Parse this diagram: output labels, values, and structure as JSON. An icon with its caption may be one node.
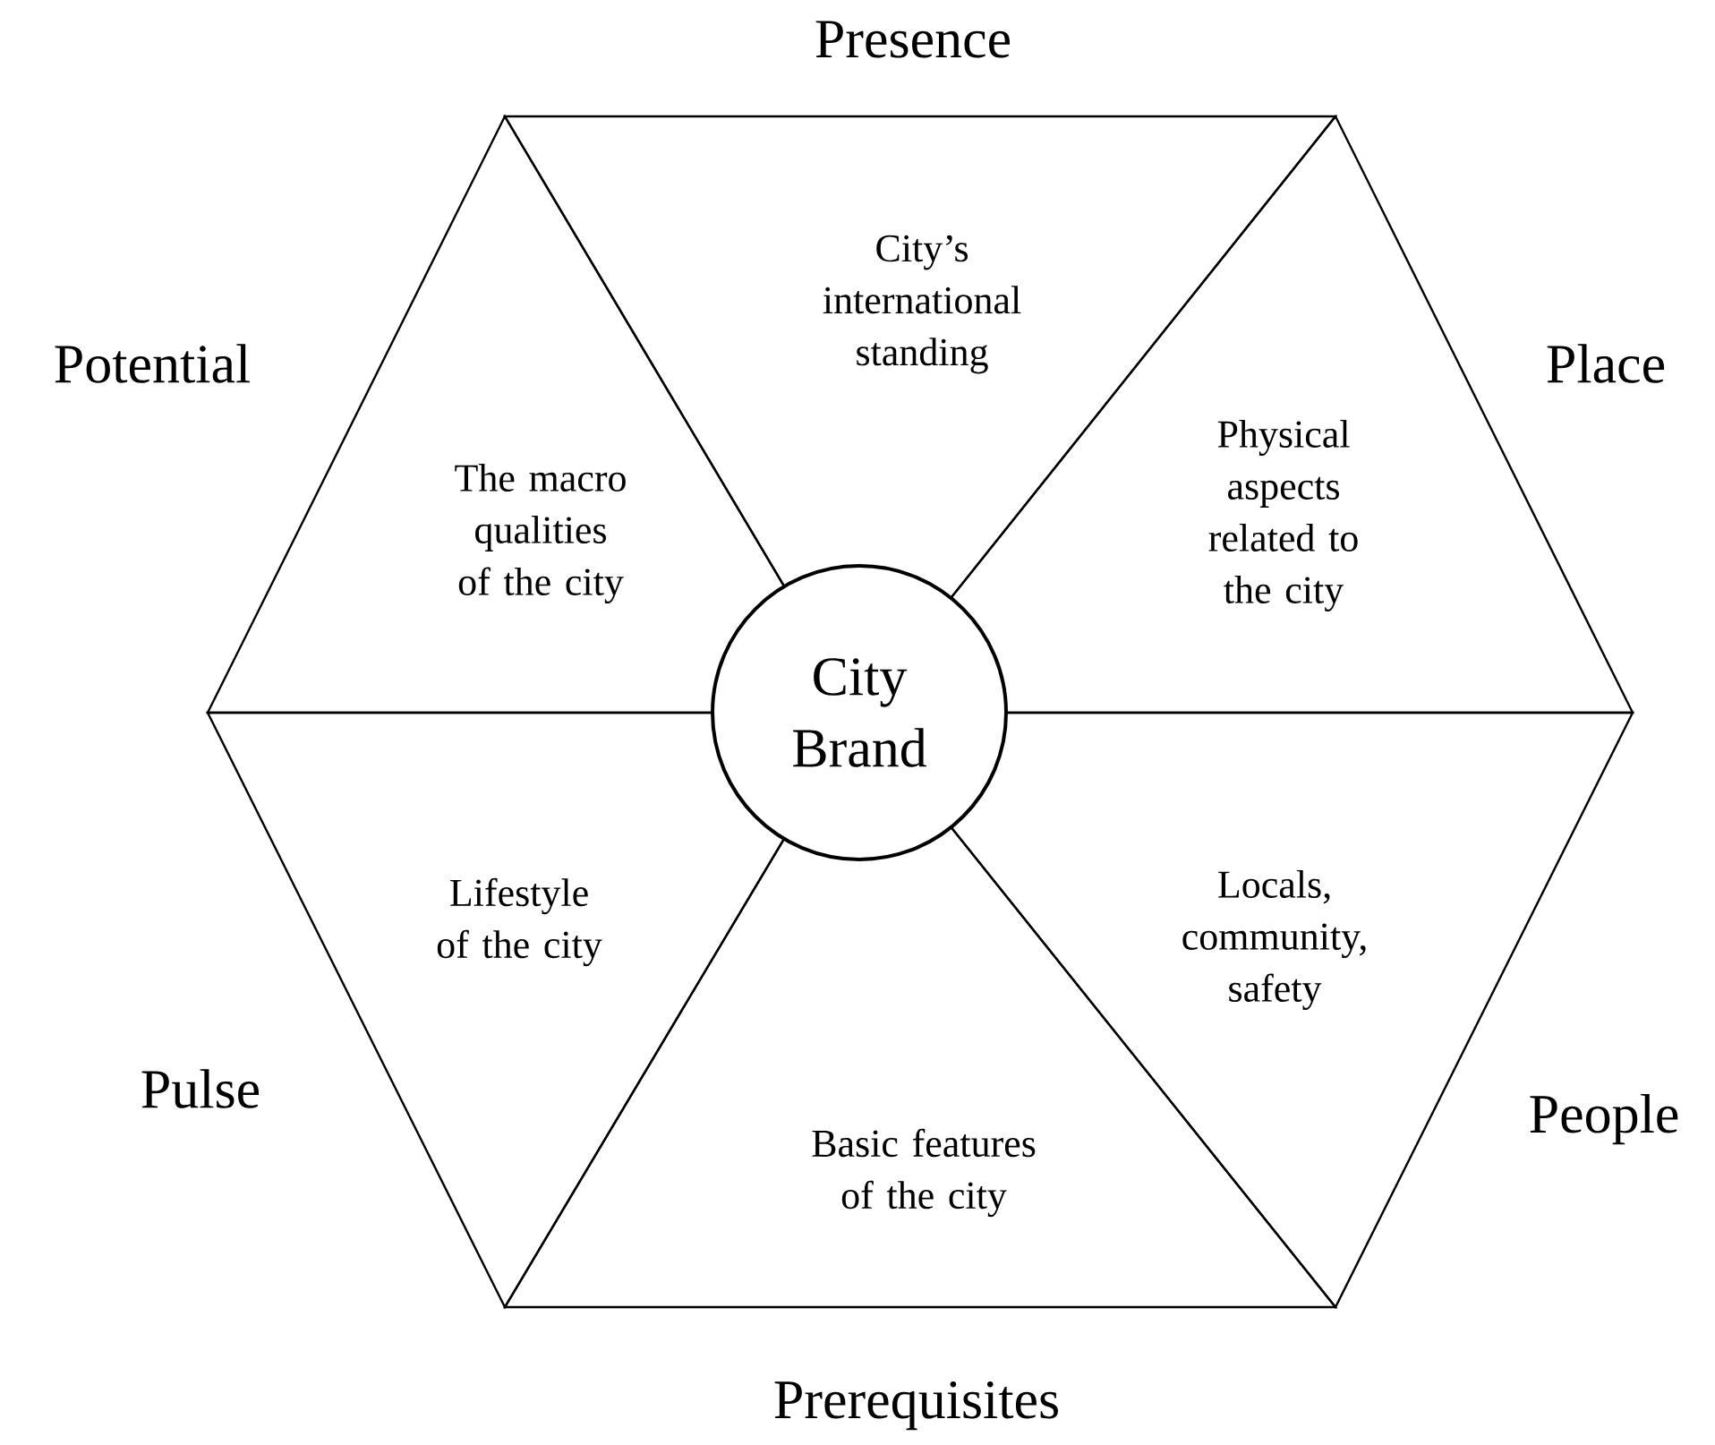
{
  "diagram": {
    "nodes": [
      {
        "text": [
          "Presence",
          "City’s international standing"
        ]
      },
      {
        "text": [
          "Place",
          "Physical aspects related to the city"
        ]
      },
      {
        "text": [
          "People",
          "Locals, community, safety"
        ]
      },
      {
        "text": [
          "Basic features of the city",
          "Prerequisites"
        ]
      },
      {
        "text": [
          "Pulse",
          "Lifestyle of the city"
        ]
      },
      {
        "text": [
          "Potential",
          "The macro qualities of the city"
        ]
      },
      {
        "text": [
          "City Brand"
        ]
      }
    ]
  }
}
